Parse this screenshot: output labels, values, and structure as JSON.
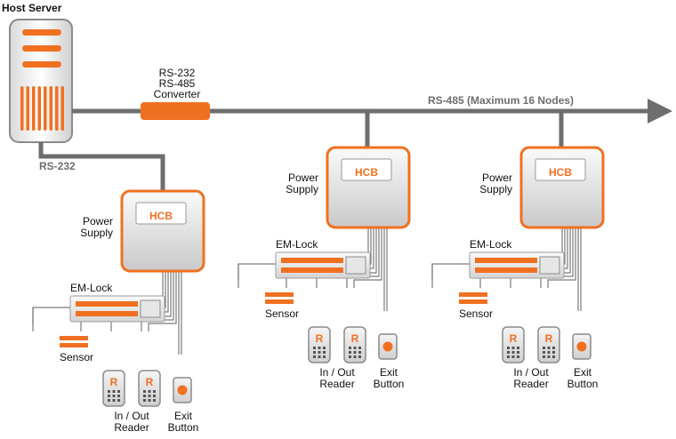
{
  "host": {
    "title": "Host Server"
  },
  "converter": {
    "line1": "RS-232",
    "line2": "RS-485",
    "line3": "Converter"
  },
  "bus": {
    "label": "RS-485 (Maximum 16 Nodes)"
  },
  "rs232": {
    "label": "RS-232"
  },
  "nodes": [
    {
      "hcb": "HCB",
      "power_line1": "Power",
      "power_line2": "Supply",
      "emlock": "EM-Lock",
      "sensor": "Sensor",
      "reader_glyph": "R",
      "reader_line1": "In / Out",
      "reader_line2": "Reader",
      "exit_line1": "Exit",
      "exit_line2": "Button"
    },
    {
      "hcb": "HCB",
      "power_line1": "Power",
      "power_line2": "Supply",
      "emlock": "EM-Lock",
      "sensor": "Sensor",
      "reader_glyph": "R",
      "reader_line1": "In / Out",
      "reader_line2": "Reader",
      "exit_line1": "Exit",
      "exit_line2": "Button"
    },
    {
      "hcb": "HCB",
      "power_line1": "Power",
      "power_line2": "Supply",
      "emlock": "EM-Lock",
      "sensor": "Sensor",
      "reader_glyph": "R",
      "reader_line1": "In / Out",
      "reader_line2": "Reader",
      "exit_line1": "Exit",
      "exit_line2": "Button"
    }
  ],
  "colors": {
    "accent": "#f07021",
    "line": "#6e6e6e",
    "text": "#111111"
  }
}
